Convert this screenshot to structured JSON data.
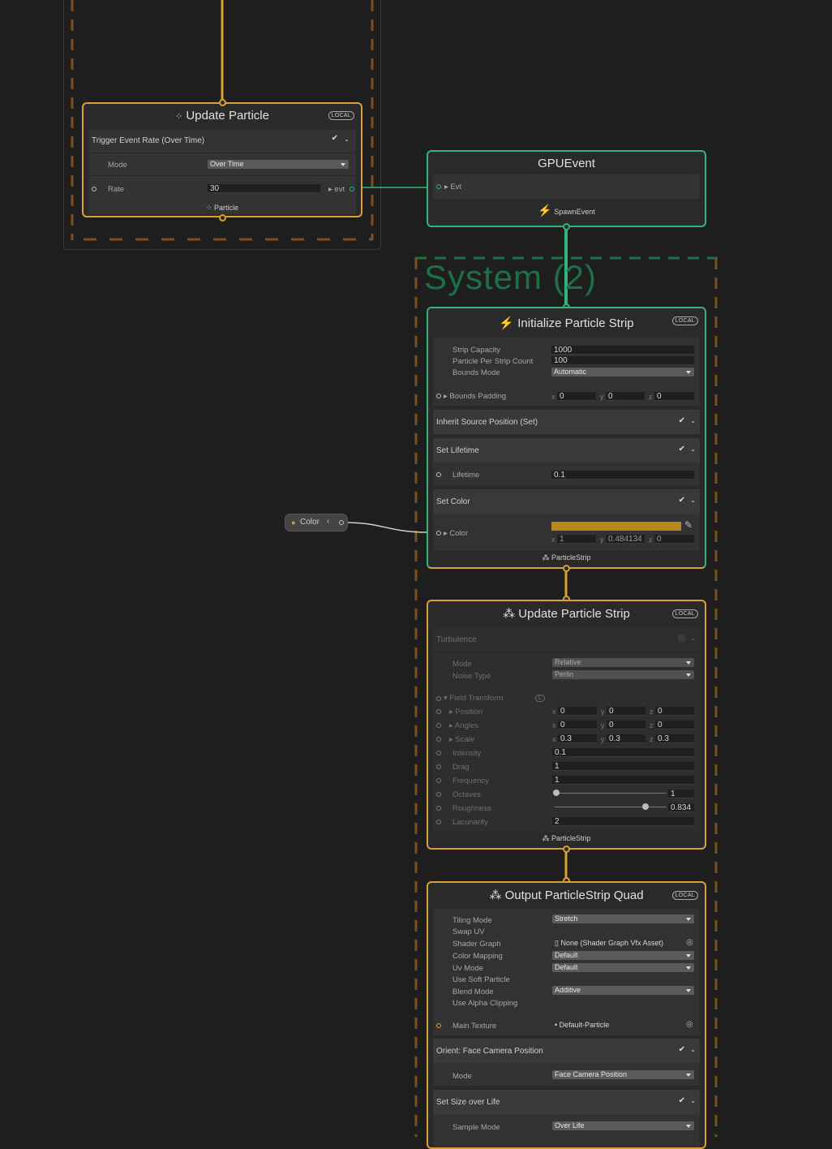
{
  "colors": {
    "orange": "#d9a033",
    "green": "#33b37a",
    "background": "#1e1e1e",
    "color_swatch": "#b88a1e"
  },
  "icons": [
    "particle-icon",
    "lightning-icon",
    "strip-icon",
    "eyedropper-icon",
    "target-icon",
    "file-icon"
  ],
  "system_label": "System (2)",
  "update_particle": {
    "title": "Update Particle",
    "local": "LOCAL",
    "block_title": "Trigger Event Rate (Over Time)",
    "mode_label": "Mode",
    "mode_value": "Over Time",
    "rate_label": "Rate",
    "rate_value": "30",
    "evt_label": "evt",
    "footer": "Particle"
  },
  "gpu_event": {
    "title": "GPUEvent",
    "evt_label": "Evt",
    "footer": "SpawnEvent"
  },
  "color_param": {
    "label": "Color"
  },
  "initialize": {
    "title": "Initialize Particle Strip",
    "local": "LOCAL",
    "strip_capacity_label": "Strip Capacity",
    "strip_capacity": "1000",
    "ppsc_label": "Particle Per Strip Count",
    "ppsc": "100",
    "bounds_mode_label": "Bounds Mode",
    "bounds_mode": "Automatic",
    "bounds_padding_label": "Bounds Padding",
    "bp_x": "0",
    "bp_y": "0",
    "bp_z": "0",
    "inherit_title": "Inherit Source Position (Set)",
    "lifetime_title": "Set Lifetime",
    "lifetime_label": "Lifetime",
    "lifetime": "0.1",
    "color_title": "Set Color",
    "color_label": "Color",
    "c_x": "1",
    "c_y": "0.484134",
    "c_z": "0",
    "footer": "ParticleStrip"
  },
  "update_strip": {
    "title": "Update Particle Strip",
    "local": "LOCAL",
    "turbulence_title": "Turbulence",
    "mode_label": "Mode",
    "mode": "Relative",
    "noise_label": "Noise Type",
    "noise": "Perlin",
    "field_label": "Field Transform",
    "position_label": "Position",
    "p_x": "0",
    "p_y": "0",
    "p_z": "0",
    "angles_label": "Angles",
    "a_x": "0",
    "a_y": "0",
    "a_z": "0",
    "scale_label": "Scale",
    "s_x": "0.3",
    "s_y": "0.3",
    "s_z": "0.3",
    "intensity_label": "Intensity",
    "intensity": "0.1",
    "drag_label": "Drag",
    "drag": "1",
    "frequency_label": "Frequency",
    "frequency": "1",
    "octaves_label": "Octaves",
    "octaves": "1",
    "roughness_label": "Roughness",
    "roughness": "0.834",
    "lacunarity_label": "Lacunarity",
    "lacunarity": "2",
    "footer": "ParticleStrip"
  },
  "output": {
    "title": "Output ParticleStrip Quad",
    "local": "LOCAL",
    "tiling_label": "Tiling Mode",
    "tiling": "Stretch",
    "swap_label": "Swap UV",
    "shader_label": "Shader Graph",
    "shader": "None (Shader Graph Vfx Asset)",
    "colormap_label": "Color Mapping",
    "colormap": "Default",
    "uv_label": "Uv Mode",
    "uv": "Default",
    "soft_label": "Use Soft Particle",
    "blend_label": "Blend Mode",
    "blend": "Additive",
    "alpha_label": "Use Alpha Clipping",
    "texture_label": "Main Texture",
    "texture": "Default-Particle",
    "orient_title": "Orient: Face Camera Position",
    "orient_mode_label": "Mode",
    "orient_mode": "Face Camera Position",
    "size_title": "Set Size over Life",
    "sample_label": "Sample Mode",
    "sample": "Over Life"
  }
}
